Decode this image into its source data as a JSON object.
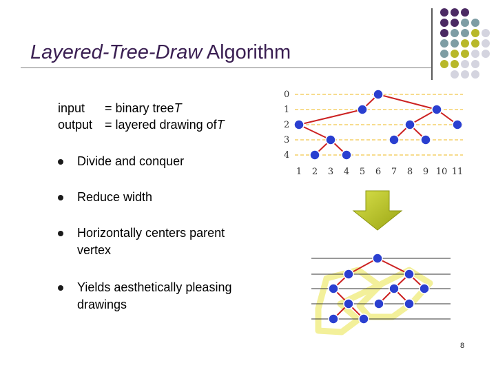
{
  "title": {
    "italic": "Layered-Tree-Draw",
    "rest": " Algorithm"
  },
  "io": {
    "input_key": "input",
    "input_value": "= binary tree ",
    "input_var": "T",
    "output_key": "output",
    "output_value": "= layered drawing of ",
    "output_var": "T"
  },
  "bullets": [
    "Divide and conquer",
    "Reduce width",
    "Horizontally centers parent vertex",
    "Yields aesthetically pleasing drawings"
  ],
  "figure_top": {
    "layer_labels": [
      "0",
      "1",
      "2",
      "3",
      "4"
    ],
    "column_labels": [
      "1",
      "2",
      "3",
      "4",
      "5",
      "6",
      "7",
      "8",
      "9",
      "10",
      "11"
    ]
  },
  "page_number": "8",
  "colors": {
    "title": "#3a1f52",
    "node_fill": "#2a3fd0",
    "edge": "#cc2222",
    "dashed_line": "#f2c84b",
    "arrow": "#b5c21a",
    "hull": "#f3f09a",
    "deco_purple": "#4b2a63",
    "deco_teal": "#7e9da4",
    "deco_olive": "#b8b82a",
    "deco_light": "#d4d4df"
  },
  "icons": [
    "decorative-dot-grid",
    "down-arrow-icon"
  ]
}
